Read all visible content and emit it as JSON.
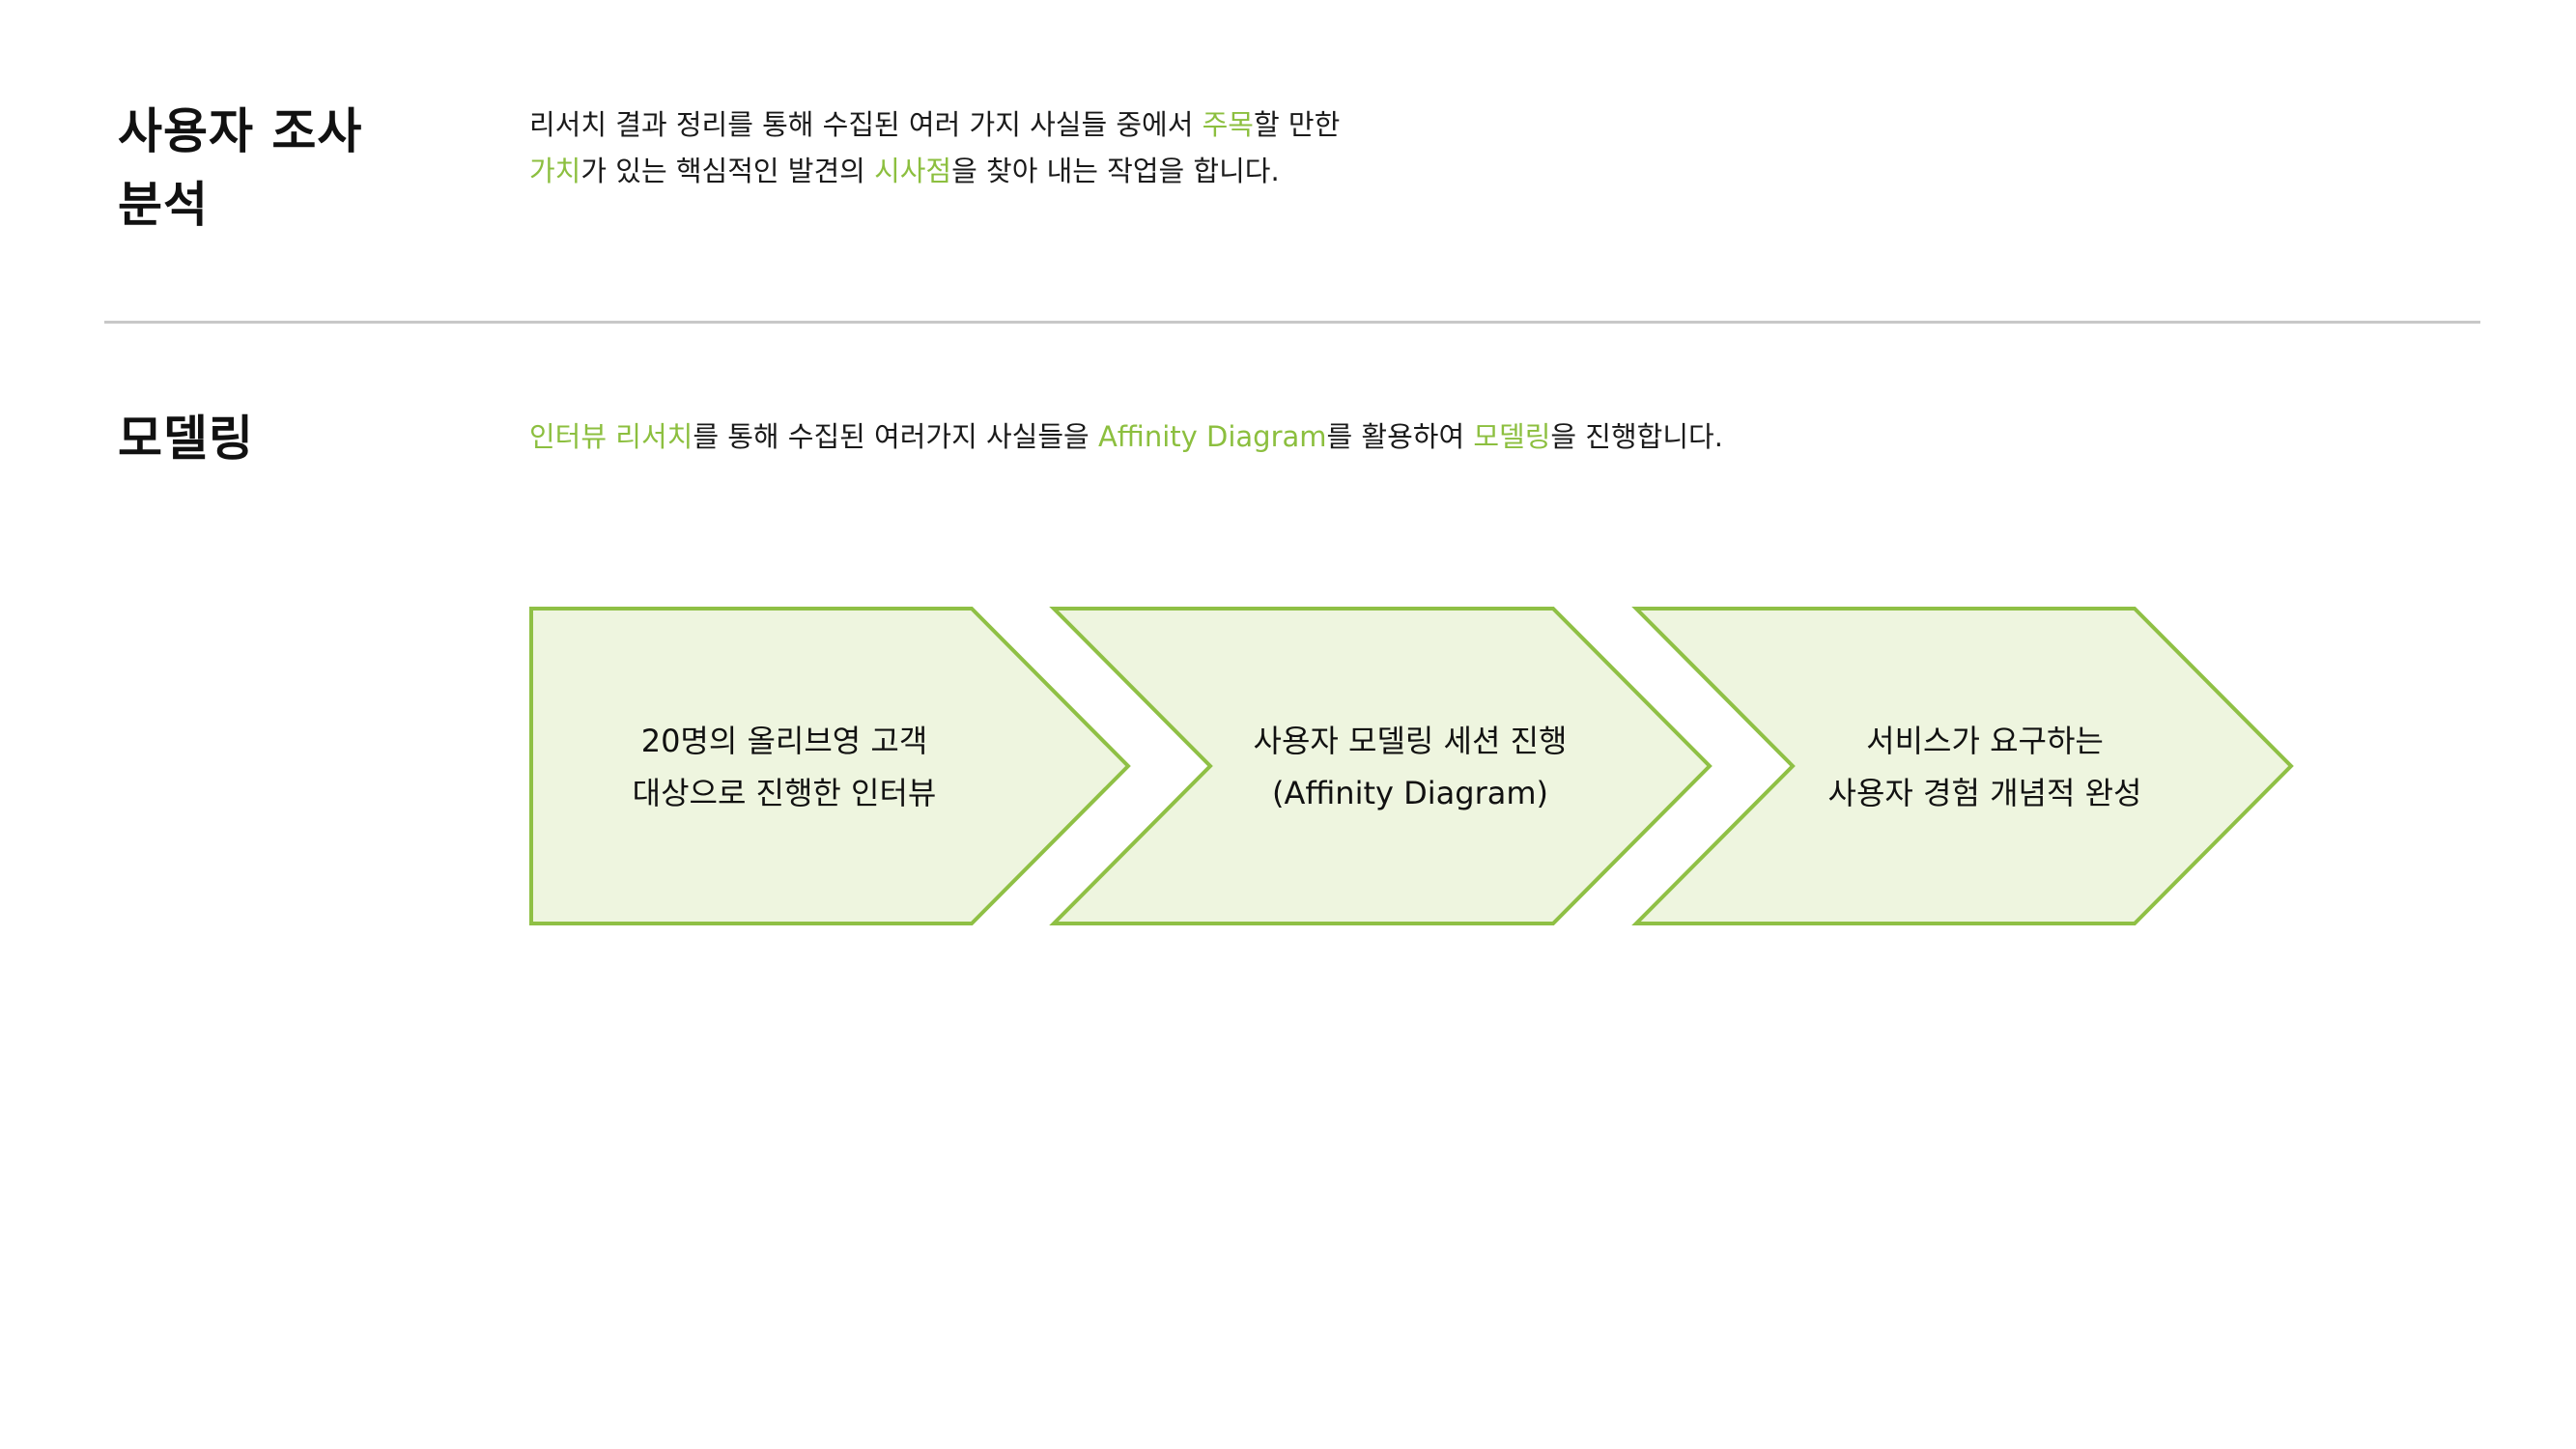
{
  "sections": [
    {
      "title_lines": [
        "사용자 조사",
        "분석"
      ],
      "description_lines": [
        [
          {
            "text": "리서치 결과 정리를 통해 수집된 여러 가지 사실들 중에서 ",
            "highlight": false
          },
          {
            "text": "주목",
            "highlight": true
          },
          {
            "text": "할 만한",
            "highlight": false
          }
        ],
        [
          {
            "text": "가치",
            "highlight": true
          },
          {
            "text": "가 있는 핵심적인 발견의 ",
            "highlight": false
          },
          {
            "text": "시사점",
            "highlight": true
          },
          {
            "text": "을 찾아 내는 작업을 합니다.",
            "highlight": false
          }
        ]
      ]
    },
    {
      "title_lines": [
        "모델링"
      ],
      "description_lines": [
        [
          {
            "text": "인터뷰 리서치",
            "highlight": true
          },
          {
            "text": "를 통해 수집된 여러가지 사실들을 ",
            "highlight": false
          },
          {
            "text": "Affinity Diagram",
            "highlight": true
          },
          {
            "text": "를 활용하여 ",
            "highlight": false
          },
          {
            "text": "모델링",
            "highlight": true
          },
          {
            "text": "을 진행합니다.",
            "highlight": false
          }
        ]
      ]
    }
  ],
  "process_steps": [
    {
      "lines": [
        "20명의 올리브영 고객",
        "대상으로 진행한 인터뷰"
      ]
    },
    {
      "lines": [
        "사용자 모델링 세션 진행",
        "(Affinity Diagram)"
      ]
    },
    {
      "lines": [
        "서비스가 요구하는",
        "사용자 경험 개념적 완성"
      ]
    }
  ],
  "colors": {
    "highlight": "#8cbf3f",
    "step_fill": "#eef5df",
    "step_stroke": "#8fc045",
    "divider": "#c8c8c8"
  }
}
